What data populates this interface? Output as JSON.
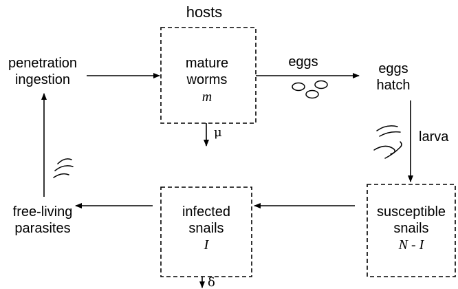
{
  "title": "hosts",
  "nodes": {
    "mature_worms": {
      "line1": "mature",
      "line2": "worms",
      "variable": "m"
    },
    "infected_snails": {
      "line1": "infected",
      "line2": "snails",
      "variable": "I"
    },
    "susceptible_snails": {
      "line1": "susceptible",
      "line2": "snails",
      "variable": "N - I"
    },
    "penetration": {
      "line1": "penetration",
      "line2": "ingestion"
    },
    "eggs_hatch": {
      "line1": "eggs",
      "line2": "hatch"
    },
    "free_living": {
      "line1": "free-living",
      "line2": "parasites"
    }
  },
  "edge_labels": {
    "eggs": "eggs",
    "larva": "larva",
    "mu": "μ",
    "delta": "δ"
  },
  "icons": [
    "egg-icon",
    "larva-icon",
    "parasite-icon"
  ]
}
